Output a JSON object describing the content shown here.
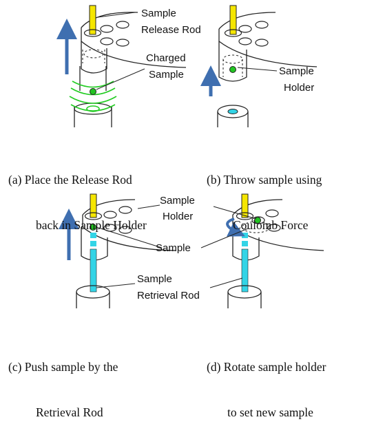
{
  "colors": {
    "yellow_rod": "#f5e600",
    "cyan_rod": "#33d4e6",
    "arrow_blue": "#3f6fb0",
    "sample_green": "#22c422",
    "field_green": "#22cc22",
    "outline": "#222222"
  },
  "panel_a": {
    "label_release_rod_line1": "Sample",
    "label_release_rod_line2": "Release Rod",
    "label_charged_line1": "Charged",
    "label_charged_line2": "Sample",
    "caption_line1": "(a) Place the Release Rod",
    "caption_line2": "back in Sample Holder"
  },
  "panel_b": {
    "label_holder_line1": "Sample",
    "label_holder_line2": "Holder",
    "caption_line1": "(b) Throw sample using",
    "caption_line2": "Coulomb Force"
  },
  "panel_c": {
    "label_sample": "Sample",
    "label_retrieval_line1": "Sample",
    "label_retrieval_line2": "Retrieval Rod",
    "caption_line1": "(c) Push sample by the",
    "caption_line2": "Retrieval Rod"
  },
  "panel_d": {
    "label_holder_line1": "Sample",
    "label_holder_line2": "Holder",
    "caption_line1": "(d) Rotate sample holder",
    "caption_line2": "to set new sample"
  },
  "icons": [
    "up-arrow-icon",
    "rotate-arrow-icon"
  ]
}
